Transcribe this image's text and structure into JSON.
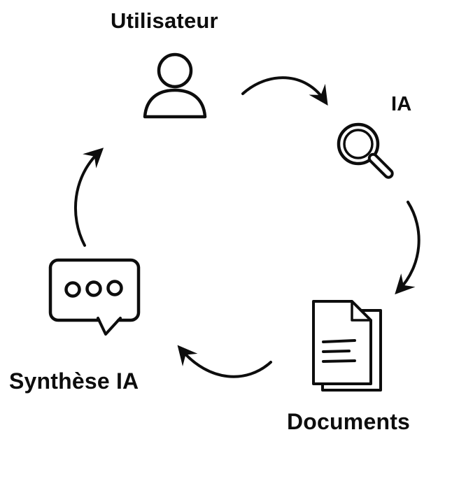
{
  "diagram": {
    "title": "",
    "nodes": [
      {
        "id": "utilisateur",
        "label": "Utilisateur",
        "icon": "person-icon",
        "position": "top"
      },
      {
        "id": "ia",
        "label": "IA",
        "icon": "magnifier-icon",
        "position": "right"
      },
      {
        "id": "documents",
        "label": "Documents",
        "icon": "documents-icon",
        "position": "bottom-right"
      },
      {
        "id": "synthese_ia",
        "label": "Synthèse IA",
        "icon": "speech-bubble-icon",
        "position": "left"
      }
    ],
    "arrows": [
      {
        "from": "utilisateur",
        "to": "ia"
      },
      {
        "from": "ia",
        "to": "documents"
      },
      {
        "from": "documents",
        "to": "synthese_ia"
      },
      {
        "from": "synthese_ia",
        "to": "utilisateur"
      }
    ],
    "colors": {
      "stroke": "#0d0d0d",
      "background": "#ffffff"
    }
  }
}
